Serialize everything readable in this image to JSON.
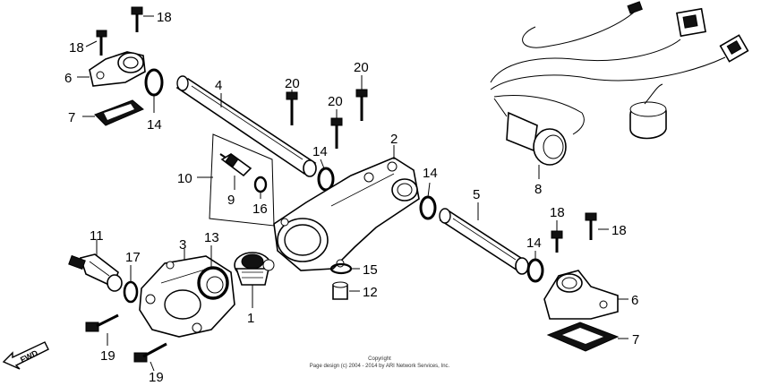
{
  "callouts": {
    "c1": "1",
    "c2": "2",
    "c3": "3",
    "c4": "4",
    "c5": "5",
    "c6a": "6",
    "c6b": "6",
    "c7a": "7",
    "c7b": "7",
    "c8": "8",
    "c9": "9",
    "c10": "10",
    "c11": "11",
    "c12": "12",
    "c13": "13",
    "c14a": "14",
    "c14b": "14",
    "c14c": "14",
    "c14d": "14",
    "c15": "15",
    "c16": "16",
    "c17": "17",
    "c18a": "18",
    "c18b": "18",
    "c18c": "18",
    "c18d": "18",
    "c19a": "19",
    "c19b": "19",
    "c20a": "20",
    "c20b": "20",
    "c20c": "20"
  },
  "fwd_label": "FWD",
  "copyright_line1": "Copyright",
  "copyright_line2": "Page design (c) 2004 - 2014 by ARI Network Services, Inc."
}
